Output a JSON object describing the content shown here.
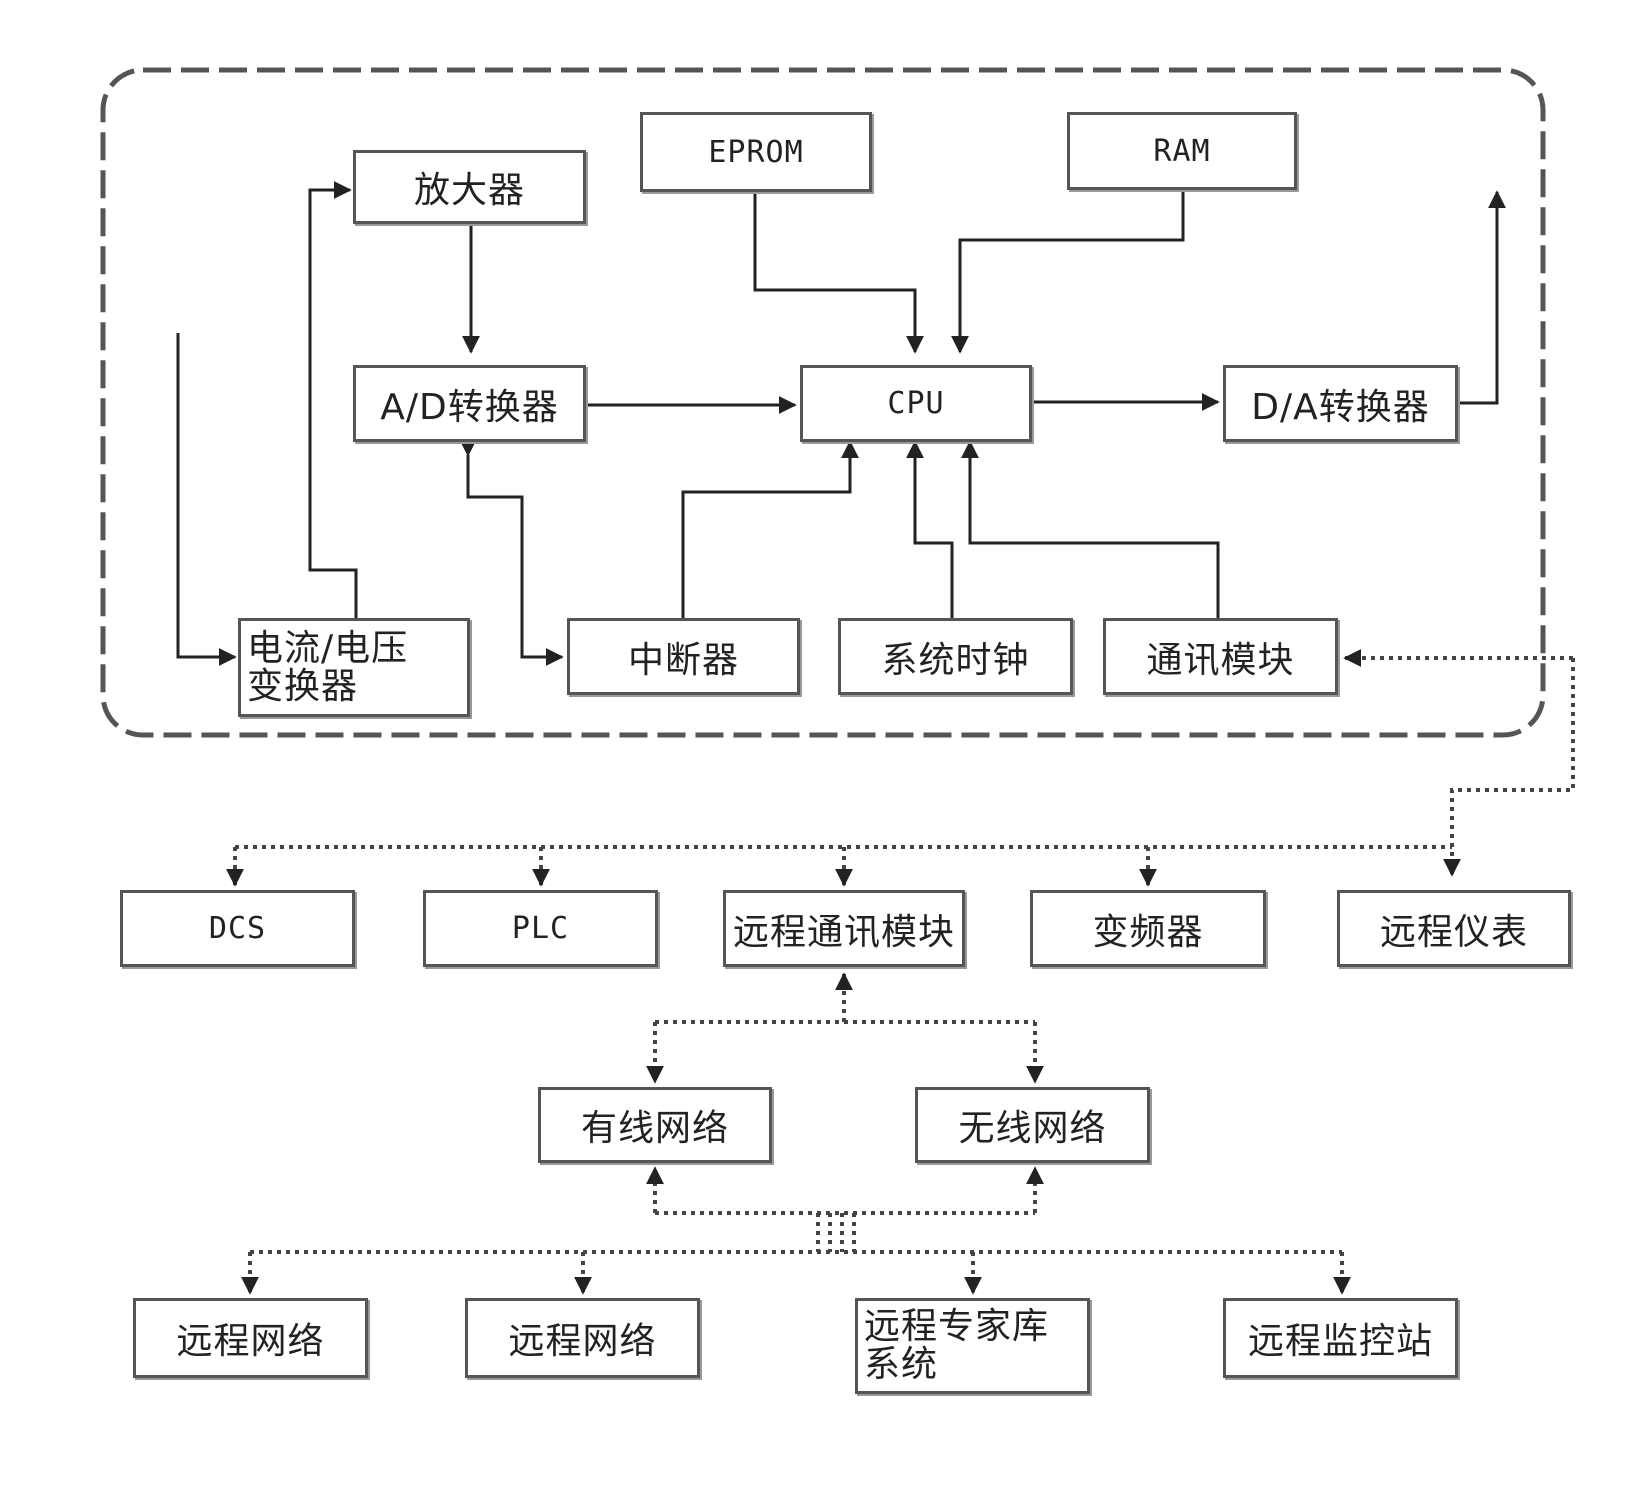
{
  "blocks": {
    "eprom": "EPROM",
    "ram": "RAM",
    "amplifier": "放大器",
    "ad_converter": "A/D转换器",
    "cpu": "CPU",
    "da_converter": "D/A转换器",
    "cv_converter_line1": "电流/电压",
    "cv_converter_line2": "变换器",
    "interrupter": "中断器",
    "system_clock": "系统时钟",
    "comm_module": "通讯模块"
  },
  "devices": {
    "dcs": "DCS",
    "plc": "PLC",
    "remote_comm_module": "远程通讯模块",
    "inverter": "变频器",
    "remote_meter": "远程仪表"
  },
  "networks": {
    "wired": "有线网络",
    "wireless": "无线网络"
  },
  "remote": {
    "network_1": "远程网络",
    "network_2": "远程网络",
    "expert_line1": "远程专家库",
    "expert_line2": "系统",
    "monitor_station": "远程监控站"
  }
}
